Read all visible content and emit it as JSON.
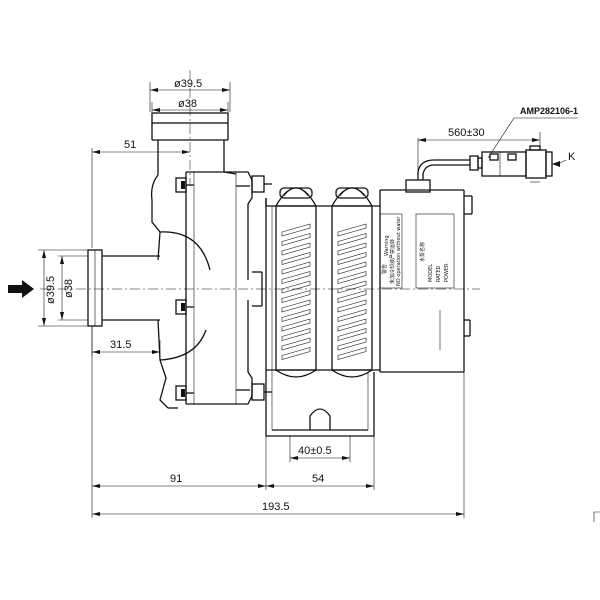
{
  "dimensions": {
    "inlet_outer_top": "ø39.5",
    "inlet_inner_top": "ø38",
    "outlet_offset": "51",
    "side_outer": "ø39.5",
    "side_inner": "ø38",
    "side_offset": "31.5",
    "mount_width": "40±0.5",
    "left_len": "91",
    "right_len": "54",
    "total_len": "193.5",
    "cable_len": "560±30"
  },
  "connector_part_no": "AMP282106-1",
  "pin_label": "K",
  "body_labels": {
    "warning_cn": "警告",
    "warning_en": "Warning",
    "warning_note_cn": "未加冷却液严禁运转",
    "warning_note_en": "NO operation without water",
    "name_cn": "水泵名称",
    "label_lines": [
      "MODEL",
      "RATED",
      "POWER"
    ]
  },
  "icons": {
    "flow_arrow": "arrow-right-icon"
  }
}
